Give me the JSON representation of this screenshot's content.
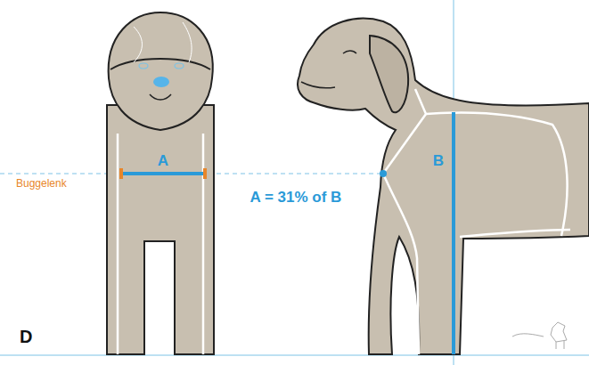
{
  "diagram": {
    "labels": [
      "A",
      "Buggelenk",
      "B",
      "A = 31% of B",
      "D"
    ]
  }
}
